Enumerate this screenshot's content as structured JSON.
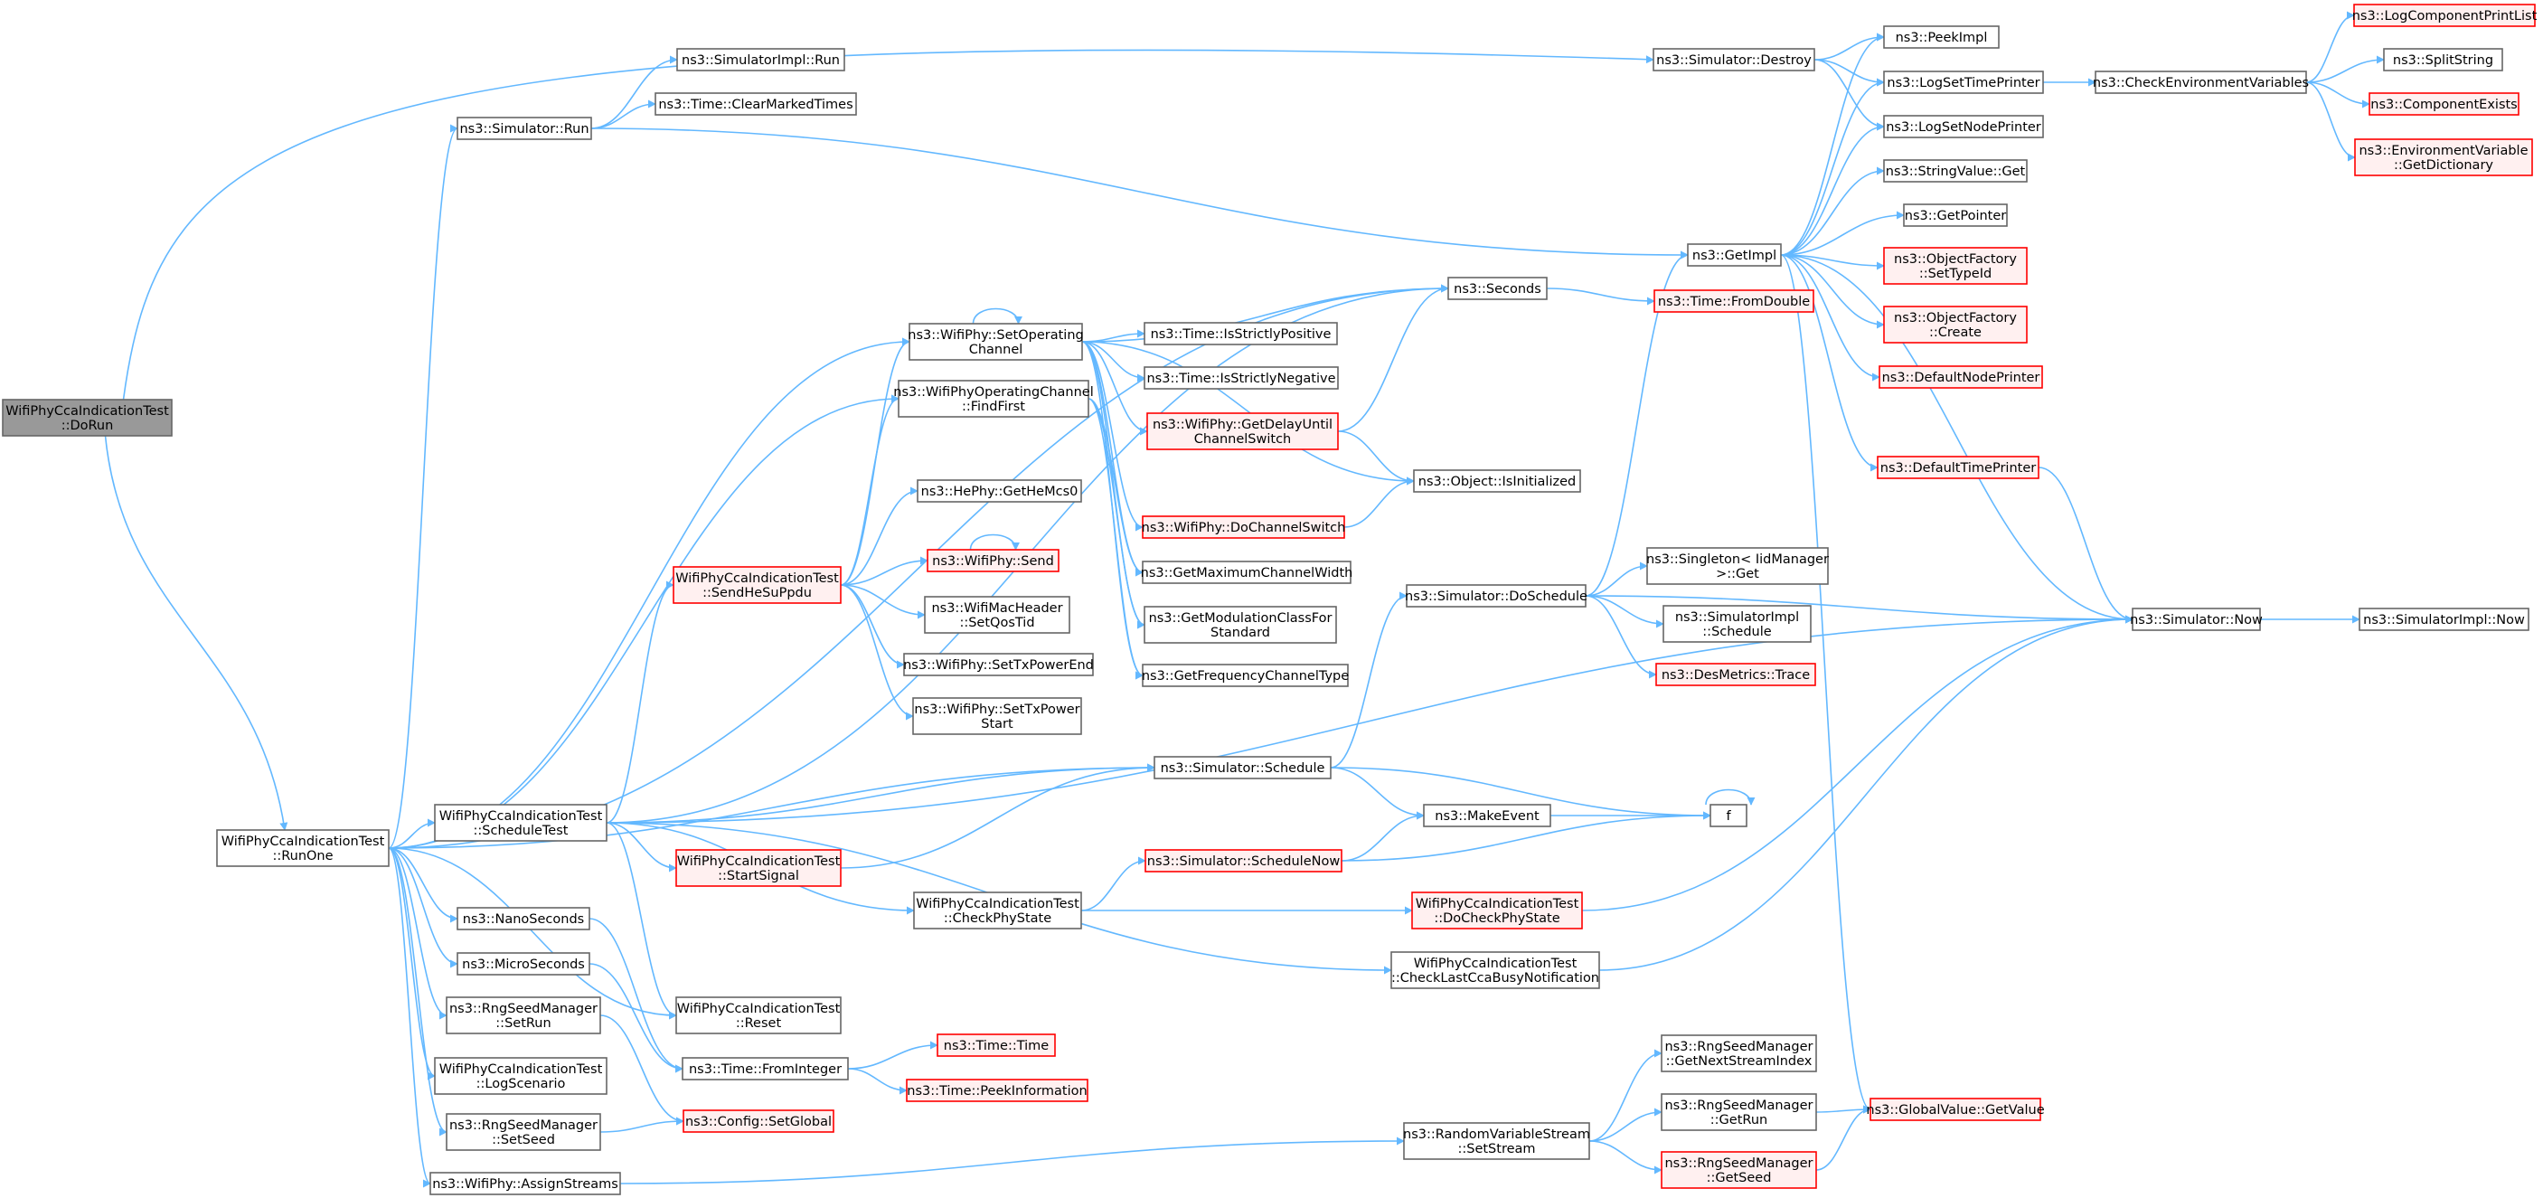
{
  "colors": {
    "edge": "#63b8ff",
    "node_border": "#666666",
    "node_fill": "#ffffff",
    "truncated_border": "#ff0000",
    "truncated_fill": "#fff0f0",
    "root_fill": "#999999",
    "root_border": "#666666"
  },
  "nodes": [
    {
      "id": "root",
      "label": [
        "WifiPhyCcaIndicationTest",
        "::DoRun"
      ],
      "style": "root"
    },
    {
      "id": "runone",
      "label": [
        "WifiPhyCcaIndicationTest",
        "::RunOne"
      ],
      "style": "normal"
    },
    {
      "id": "simrun",
      "label": [
        "ns3::Simulator::Run"
      ],
      "style": "normal"
    },
    {
      "id": "simimplrun",
      "label": [
        "ns3::SimulatorImpl::Run"
      ],
      "style": "normal"
    },
    {
      "id": "clearmarked",
      "label": [
        "ns3::Time::ClearMarkedTimes"
      ],
      "style": "normal"
    },
    {
      "id": "destroy",
      "label": [
        "ns3::Simulator::Destroy"
      ],
      "style": "normal"
    },
    {
      "id": "peekimpl",
      "label": [
        "ns3::PeekImpl"
      ],
      "style": "normal"
    },
    {
      "id": "logsettime",
      "label": [
        "ns3::LogSetTimePrinter"
      ],
      "style": "normal"
    },
    {
      "id": "logsetnode",
      "label": [
        "ns3::LogSetNodePrinter"
      ],
      "style": "normal"
    },
    {
      "id": "checkenv",
      "label": [
        "ns3::CheckEnvironmentVariables"
      ],
      "style": "normal"
    },
    {
      "id": "logcomp",
      "label": [
        "ns3::LogComponentPrintList"
      ],
      "style": "truncated"
    },
    {
      "id": "splitstring",
      "label": [
        "ns3::SplitString"
      ],
      "style": "normal"
    },
    {
      "id": "compexists",
      "label": [
        "ns3::ComponentExists"
      ],
      "style": "truncated"
    },
    {
      "id": "envvar",
      "label": [
        "ns3::EnvironmentVariable",
        "::GetDictionary"
      ],
      "style": "truncated"
    },
    {
      "id": "strvalget",
      "label": [
        "ns3::StringValue::Get"
      ],
      "style": "normal"
    },
    {
      "id": "getpointer",
      "label": [
        "ns3::GetPointer"
      ],
      "style": "normal"
    },
    {
      "id": "getimpl",
      "label": [
        "ns3::GetImpl"
      ],
      "style": "normal"
    },
    {
      "id": "objfacttype",
      "label": [
        "ns3::ObjectFactory",
        "::SetTypeId"
      ],
      "style": "truncated"
    },
    {
      "id": "objfactcreate",
      "label": [
        "ns3::ObjectFactory",
        "::Create"
      ],
      "style": "truncated"
    },
    {
      "id": "defnodeprinter",
      "label": [
        "ns3::DefaultNodePrinter"
      ],
      "style": "truncated"
    },
    {
      "id": "deftimeprinter",
      "label": [
        "ns3::DefaultTimePrinter"
      ],
      "style": "truncated"
    },
    {
      "id": "seconds",
      "label": [
        "ns3::Seconds"
      ],
      "style": "normal"
    },
    {
      "id": "fromdouble",
      "label": [
        "ns3::Time::FromDouble"
      ],
      "style": "truncated"
    },
    {
      "id": "setopchan",
      "label": [
        "ns3::WifiPhy::SetOperating",
        "Channel"
      ],
      "style": "normal"
    },
    {
      "id": "ispos",
      "label": [
        "ns3::Time::IsStrictlyPositive"
      ],
      "style": "normal"
    },
    {
      "id": "isneg",
      "label": [
        "ns3::Time::IsStrictlyNegative"
      ],
      "style": "normal"
    },
    {
      "id": "findfirst",
      "label": [
        "ns3::WifiPhyOperatingChannel",
        "::FindFirst"
      ],
      "style": "normal"
    },
    {
      "id": "getdelay",
      "label": [
        "ns3::WifiPhy::GetDelayUntil",
        "ChannelSwitch"
      ],
      "style": "truncated"
    },
    {
      "id": "isinit",
      "label": [
        "ns3::Object::IsInitialized"
      ],
      "style": "normal"
    },
    {
      "id": "gethemcs0",
      "label": [
        "ns3::HePhy::GetHeMcs0"
      ],
      "style": "normal"
    },
    {
      "id": "dochanswitch",
      "label": [
        "ns3::WifiPhy::DoChannelSwitch"
      ],
      "style": "truncated"
    },
    {
      "id": "sendhesu",
      "label": [
        "WifiPhyCcaIndicationTest",
        "::SendHeSuPpdu"
      ],
      "style": "truncated"
    },
    {
      "id": "physend",
      "label": [
        "ns3::WifiPhy::Send"
      ],
      "style": "truncated"
    },
    {
      "id": "getmaxchan",
      "label": [
        "ns3::GetMaximumChannelWidth"
      ],
      "style": "normal"
    },
    {
      "id": "macheader",
      "label": [
        "ns3::WifiMacHeader",
        "::SetQosTid"
      ],
      "style": "normal"
    },
    {
      "id": "getmodclass",
      "label": [
        "ns3::GetModulationClassFor",
        "Standard"
      ],
      "style": "normal"
    },
    {
      "id": "settxend",
      "label": [
        "ns3::WifiPhy::SetTxPowerEnd"
      ],
      "style": "normal"
    },
    {
      "id": "getfreqtype",
      "label": [
        "ns3::GetFrequencyChannelType"
      ],
      "style": "normal"
    },
    {
      "id": "settxstart",
      "label": [
        "ns3::WifiPhy::SetTxPower",
        "Start"
      ],
      "style": "normal"
    },
    {
      "id": "doschedule",
      "label": [
        "ns3::Simulator::DoSchedule"
      ],
      "style": "normal"
    },
    {
      "id": "singleton",
      "label": [
        "ns3::Singleton< IidManager",
        " >::Get"
      ],
      "style": "normal"
    },
    {
      "id": "simimplsched",
      "label": [
        "ns3::SimulatorImpl",
        "::Schedule"
      ],
      "style": "normal"
    },
    {
      "id": "desmetrics",
      "label": [
        "ns3::DesMetrics::Trace"
      ],
      "style": "truncated"
    },
    {
      "id": "simnow",
      "label": [
        "ns3::Simulator::Now"
      ],
      "style": "normal"
    },
    {
      "id": "simimplnow",
      "label": [
        "ns3::SimulatorImpl::Now"
      ],
      "style": "normal"
    },
    {
      "id": "schedule",
      "label": [
        "ns3::Simulator::Schedule"
      ],
      "style": "normal"
    },
    {
      "id": "scheduletest",
      "label": [
        "WifiPhyCcaIndicationTest",
        "::ScheduleTest"
      ],
      "style": "normal"
    },
    {
      "id": "makeevent",
      "label": [
        "ns3::MakeEvent"
      ],
      "style": "normal"
    },
    {
      "id": "f",
      "label": [
        "f"
      ],
      "style": "normal"
    },
    {
      "id": "startsignal",
      "label": [
        "WifiPhyCcaIndicationTest",
        "::StartSignal"
      ],
      "style": "truncated"
    },
    {
      "id": "schednow",
      "label": [
        "ns3::Simulator::ScheduleNow"
      ],
      "style": "truncated"
    },
    {
      "id": "checkphystate",
      "label": [
        "WifiPhyCcaIndicationTest",
        "::CheckPhyState"
      ],
      "style": "normal"
    },
    {
      "id": "docheckphy",
      "label": [
        "WifiPhyCcaIndicationTest",
        "::DoCheckPhyState"
      ],
      "style": "truncated"
    },
    {
      "id": "nanosec",
      "label": [
        "ns3::NanoSeconds"
      ],
      "style": "normal"
    },
    {
      "id": "checklastcca",
      "label": [
        "WifiPhyCcaIndicationTest",
        "::CheckLastCcaBusyNotification"
      ],
      "style": "normal"
    },
    {
      "id": "microsec",
      "label": [
        "ns3::MicroSeconds"
      ],
      "style": "normal"
    },
    {
      "id": "reset",
      "label": [
        "WifiPhyCcaIndicationTest",
        "::Reset"
      ],
      "style": "normal"
    },
    {
      "id": "rngsetrun",
      "label": [
        "ns3::RngSeedManager",
        "::SetRun"
      ],
      "style": "normal"
    },
    {
      "id": "rnggetnext",
      "label": [
        "ns3::RngSeedManager",
        "::GetNextStreamIndex"
      ],
      "style": "normal"
    },
    {
      "id": "timefromint",
      "label": [
        "ns3::Time::FromInteger"
      ],
      "style": "normal"
    },
    {
      "id": "timetime",
      "label": [
        "ns3::Time::Time"
      ],
      "style": "truncated"
    },
    {
      "id": "logscenario",
      "label": [
        "WifiPhyCcaIndicationTest",
        "::LogScenario"
      ],
      "style": "normal"
    },
    {
      "id": "peekinfo",
      "label": [
        "ns3::Time::PeekInformation"
      ],
      "style": "truncated"
    },
    {
      "id": "rnggetrun",
      "label": [
        "ns3::RngSeedManager",
        "::GetRun"
      ],
      "style": "normal"
    },
    {
      "id": "globalget",
      "label": [
        "ns3::GlobalValue::GetValue"
      ],
      "style": "truncated"
    },
    {
      "id": "rngsetseed",
      "label": [
        "ns3::RngSeedManager",
        "::SetSeed"
      ],
      "style": "normal"
    },
    {
      "id": "configsetglobal",
      "label": [
        "ns3::Config::SetGlobal"
      ],
      "style": "truncated"
    },
    {
      "id": "rvsetstream",
      "label": [
        "ns3::RandomVariableStream",
        "::SetStream"
      ],
      "style": "normal"
    },
    {
      "id": "rnggetseed",
      "label": [
        "ns3::RngSeedManager",
        "::GetSeed"
      ],
      "style": "truncated"
    },
    {
      "id": "assignstreams",
      "label": [
        "ns3::WifiPhy::AssignStreams"
      ],
      "style": "normal"
    }
  ]
}
